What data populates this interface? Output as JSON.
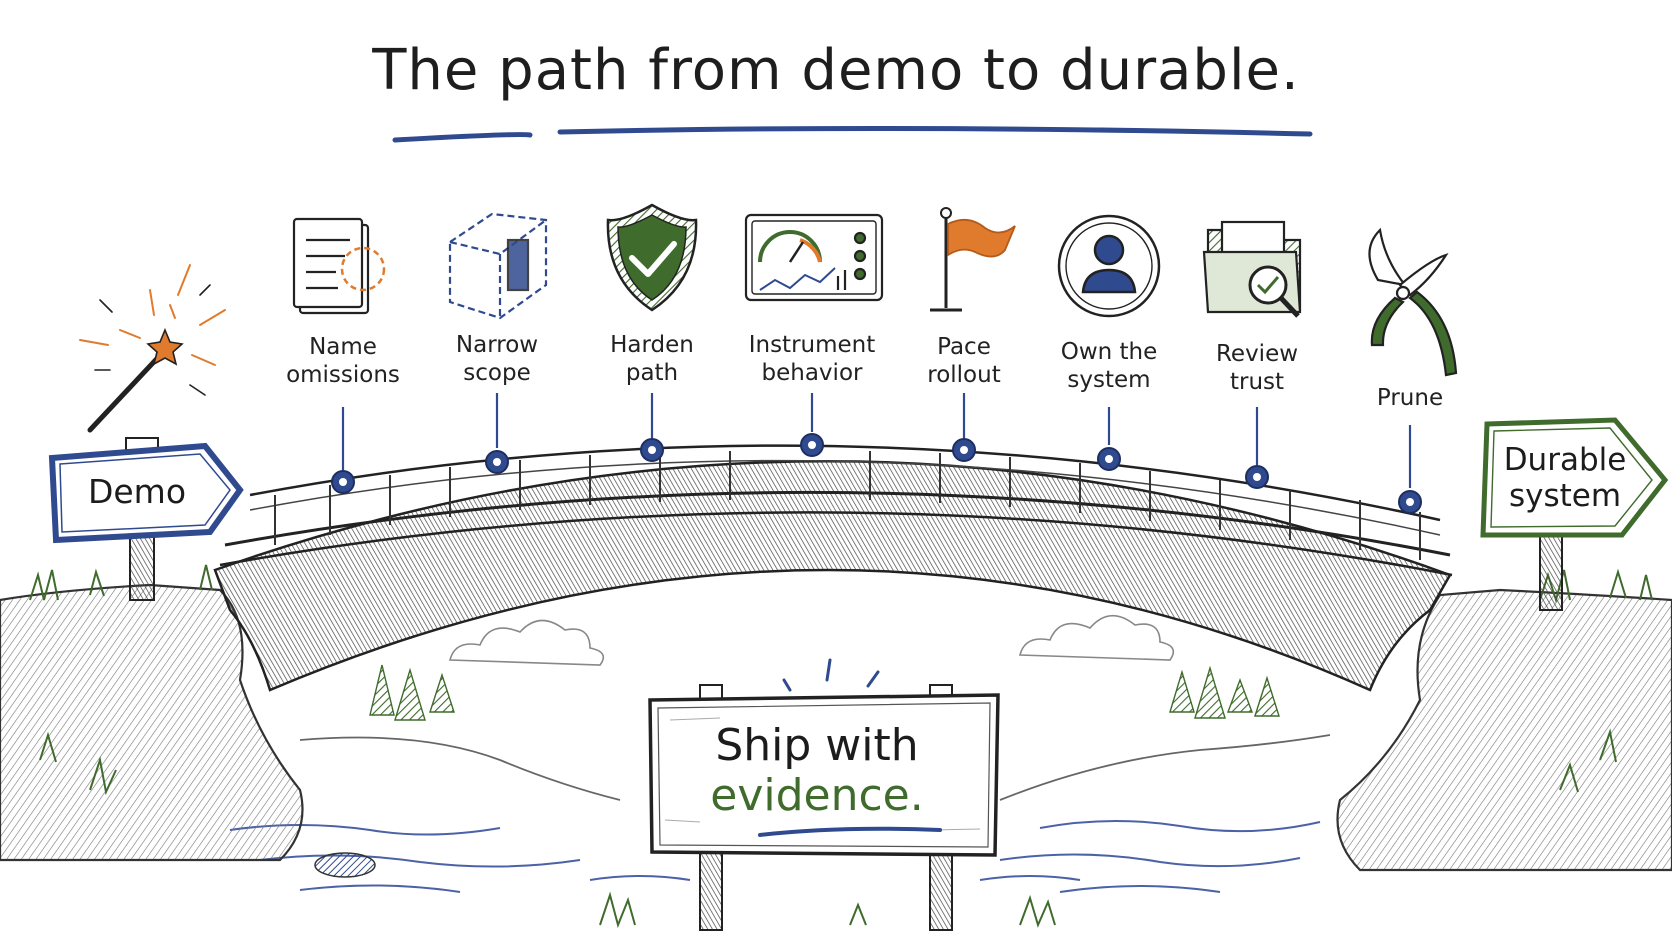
{
  "title": "The path from demo to durable.",
  "colors": {
    "accent_blue": "#2f4a8f",
    "accent_green": "#3f6b2c",
    "accent_orange": "#e07b2e",
    "ink": "#222222",
    "water": "#5a6fae"
  },
  "start_sign": {
    "label": "Demo",
    "icon": "magic-wand-icon"
  },
  "end_sign": {
    "label": "Durable\nsystem"
  },
  "steps": [
    {
      "label": "Name\nomissions",
      "icon": "document-checklist-icon"
    },
    {
      "label": "Narrow\nscope",
      "icon": "dashed-cube-icon"
    },
    {
      "label": "Harden\npath",
      "icon": "shield-check-icon"
    },
    {
      "label": "Instrument\nbehavior",
      "icon": "dashboard-gauge-icon"
    },
    {
      "label": "Pace\nrollout",
      "icon": "flag-icon"
    },
    {
      "label": "Own the\nsystem",
      "icon": "person-circle-icon"
    },
    {
      "label": "Review\ntrust",
      "icon": "folder-magnifier-icon"
    },
    {
      "label": "Prune",
      "icon": "pruning-shears-icon"
    }
  ],
  "board": {
    "line1": "Ship with",
    "line2": "evidence."
  }
}
